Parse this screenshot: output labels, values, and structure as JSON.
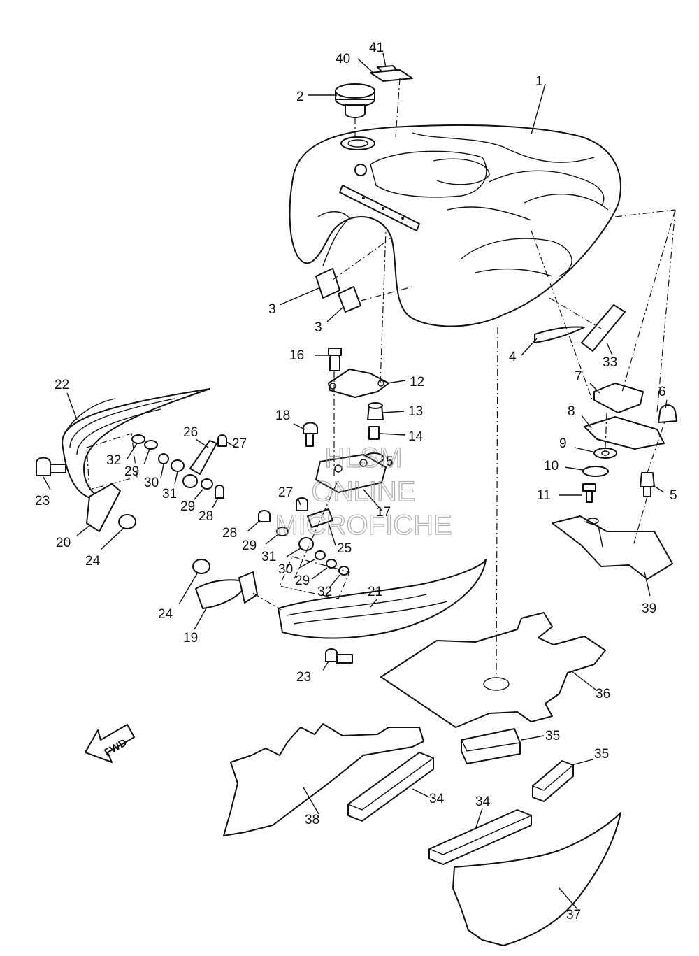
{
  "watermark": {
    "line1": "HLSM",
    "line2": "ONLINE",
    "line3": "MICROFICHE"
  },
  "fwd_label": "FWD",
  "callouts": {
    "c1": "1",
    "c2": "2",
    "c3a": "3",
    "c3b": "3",
    "c4": "4",
    "c5a": "5",
    "c5b": "5",
    "c6": "6",
    "c7": "7",
    "c8": "8",
    "c9": "9",
    "c10": "10",
    "c11": "11",
    "c12": "12",
    "c13": "13",
    "c14": "14",
    "c16": "16",
    "c17": "17",
    "c18": "18",
    "c19": "19",
    "c20": "20",
    "c21": "21",
    "c22": "22",
    "c23a": "23",
    "c23b": "23",
    "c24a": "24",
    "c24b": "24",
    "c25": "25",
    "c26": "26",
    "c27a": "27",
    "c27b": "27",
    "c28a": "28",
    "c28b": "28",
    "c29a": "29",
    "c29b": "29",
    "c29c": "29",
    "c29d": "29",
    "c30a": "30",
    "c30b": "30",
    "c31a": "31",
    "c31b": "31",
    "c32a": "32",
    "c32b": "32",
    "c33": "33",
    "c34a": "34",
    "c34b": "34",
    "c35a": "35",
    "c35b": "35",
    "c36": "36",
    "c37": "37",
    "c38": "38",
    "c39": "39",
    "c40": "40",
    "c41": "41"
  }
}
